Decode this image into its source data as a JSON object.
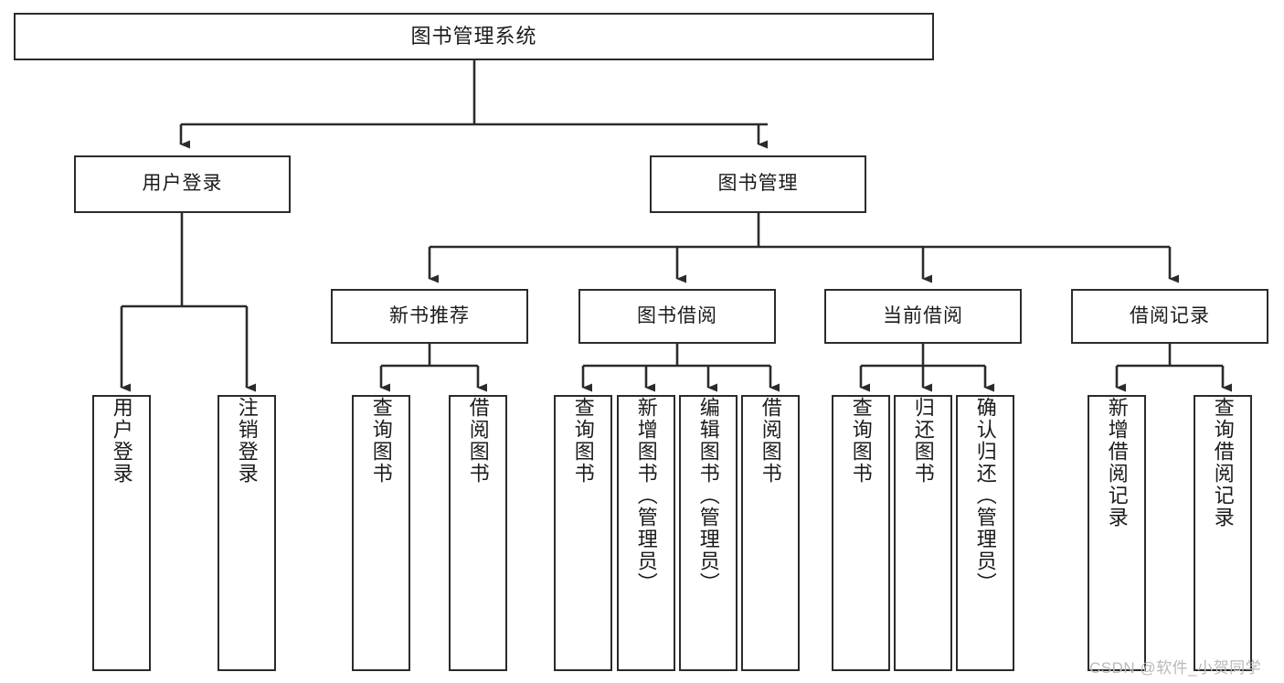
{
  "diagram": {
    "type": "tree-hierarchy",
    "title": "图书管理系统",
    "orientation": "top-down",
    "colors": {
      "box_border": "#2b2b2b",
      "box_fill": "#ffffff",
      "connector": "#2b2b2b",
      "text": "#1b1b1b",
      "watermark": "#b9b9b9",
      "background": "#ffffff"
    },
    "root": {
      "label": "图书管理系统"
    },
    "level2": [
      {
        "label": "用户登录"
      },
      {
        "label": "图书管理"
      }
    ],
    "level3": [
      {
        "label": "新书推荐"
      },
      {
        "label": "图书借阅"
      },
      {
        "label": "当前借阅"
      },
      {
        "label": "借阅记录"
      }
    ],
    "leaves": {
      "user_login": [
        {
          "label": "用户登录"
        },
        {
          "label": "注销登录"
        }
      ],
      "new_book_recommend": [
        {
          "label": "查询图书"
        },
        {
          "label": "借阅图书"
        }
      ],
      "book_borrow": [
        {
          "label": "查询图书"
        },
        {
          "label": "新增图书（管理员）"
        },
        {
          "label": "编辑图书（管理员）"
        },
        {
          "label": "借阅图书"
        }
      ],
      "current_borrow": [
        {
          "label": "查询图书"
        },
        {
          "label": "归还图书"
        },
        {
          "label": "确认归还（管理员）"
        }
      ],
      "borrow_record": [
        {
          "label": "新增借阅记录"
        },
        {
          "label": "查询借阅记录"
        }
      ]
    }
  },
  "watermark": {
    "text": "CSDN @软件_小贺同学"
  }
}
